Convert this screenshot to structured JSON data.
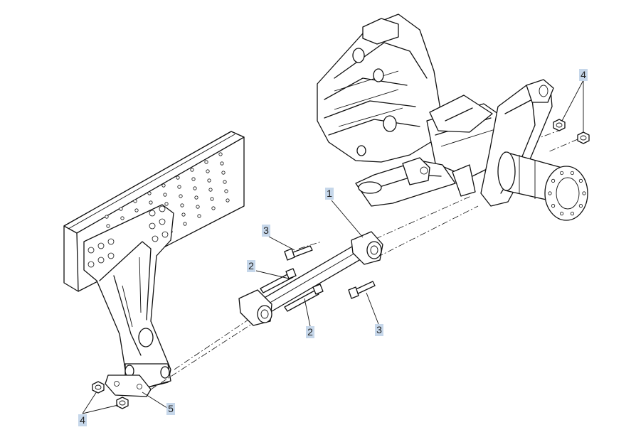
{
  "callouts": {
    "c1": "1",
    "c2a": "2",
    "c2b": "2",
    "c3a": "3",
    "c3b": "3",
    "c4a": "4",
    "c4b": "4",
    "c5": "5"
  },
  "colors": {
    "callout_background": "#c6d7ea",
    "line": "#111111",
    "background": "#ffffff"
  }
}
